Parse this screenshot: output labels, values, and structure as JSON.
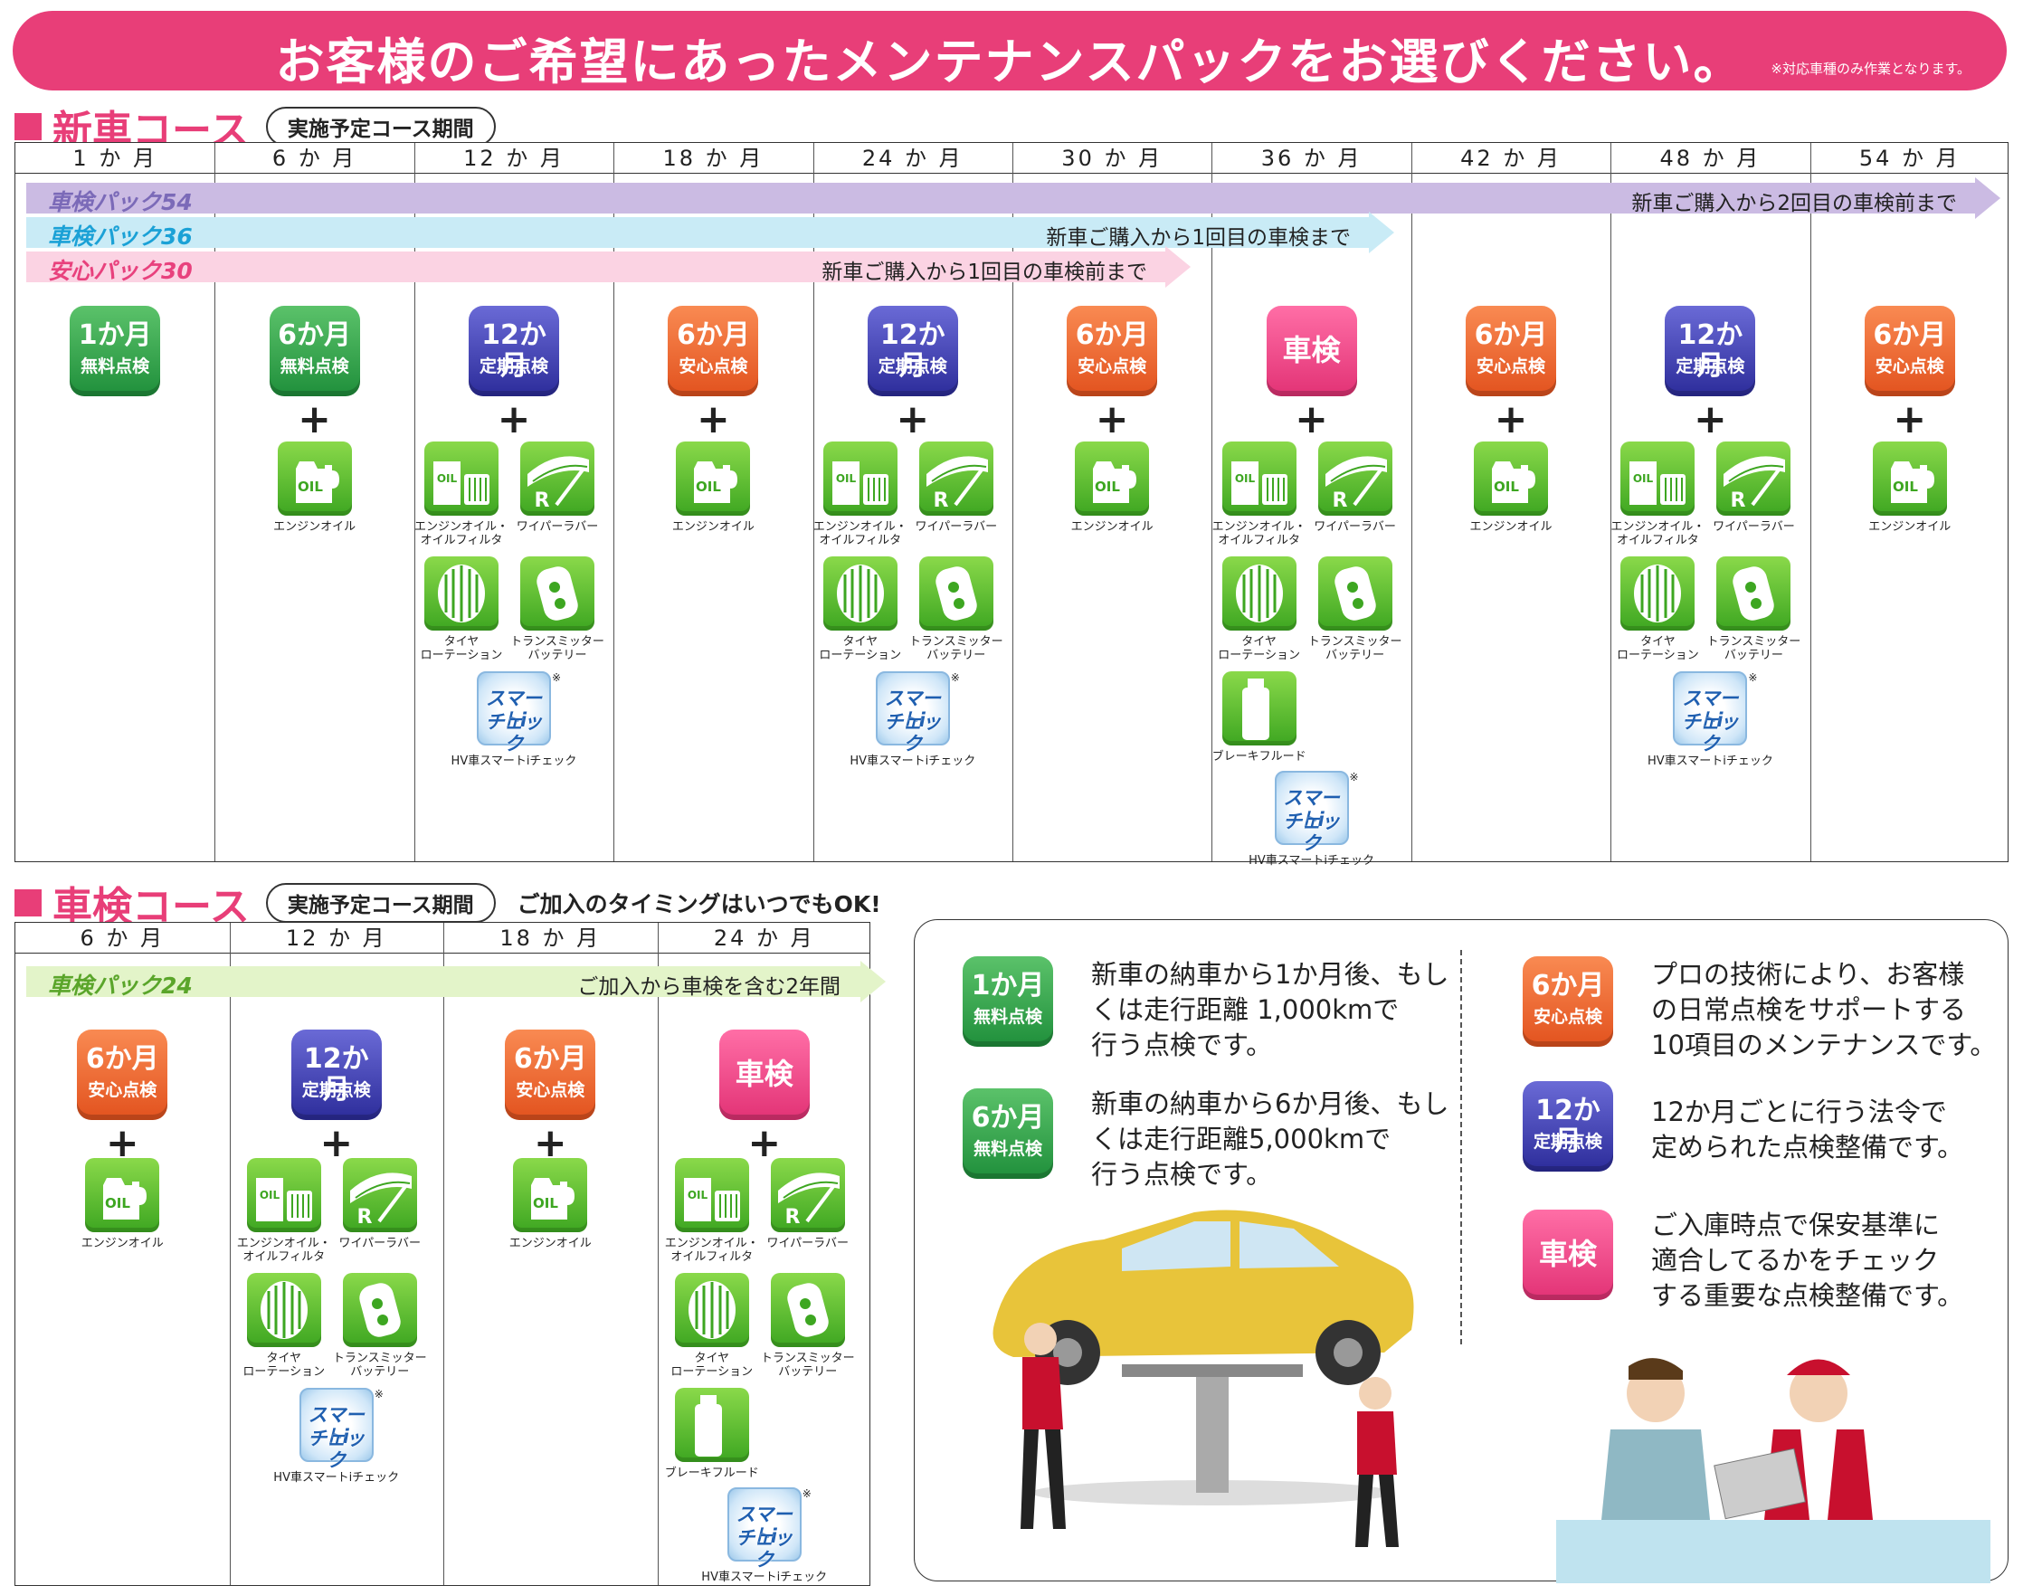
{
  "banner": {
    "title": "お客様のご希望にあったメンテナンスパックをお選びください。",
    "note": "※対応車種のみ作業となります。"
  },
  "new_car": {
    "title": "新車コース",
    "pill": "実施予定コース期間",
    "months": [
      "1 か 月",
      "6 か 月",
      "12 か 月",
      "18 か 月",
      "24 か 月",
      "30 か 月",
      "36 か 月",
      "42 か 月",
      "48 か 月",
      "54 か 月"
    ],
    "arrows": [
      {
        "label": "車検パック54",
        "desc": "新車ご購入から2回目の車検前まで",
        "color": "#cbbbe3",
        "text_color": "#7b6ab8"
      },
      {
        "label": "車検パック36",
        "desc": "新車ご購入から1回目の車検まで",
        "color": "#c9ebf6",
        "text_color": "#1ba1d6"
      },
      {
        "label": "安心パック30",
        "desc": "新車ご購入から1回目の車検前まで",
        "color": "#fbd3e3",
        "text_color": "#e8417d"
      }
    ],
    "badges": [
      {
        "l1": "1か月",
        "l2": "無料点検"
      },
      {
        "l1": "6か月",
        "l2": "無料点検"
      },
      {
        "l1": "12か月",
        "l2": "定期点検"
      },
      {
        "l1": "6か月",
        "l2": "安心点検"
      },
      {
        "l1": "12か月",
        "l2": "定期点検"
      },
      {
        "l1": "6か月",
        "l2": "安心点検"
      },
      {
        "l1": "車検",
        "l2": ""
      },
      {
        "l1": "6か月",
        "l2": "安心点検"
      },
      {
        "l1": "12か月",
        "l2": "定期点検"
      },
      {
        "l1": "6か月",
        "l2": "安心点検"
      }
    ]
  },
  "items": {
    "engine_oil": "エンジンオイル",
    "oil_filter_1": "エンジンオイル・",
    "oil_filter_2": "オイルフィルタ",
    "wiper": "ワイパーラバー",
    "tire_1": "タイヤ",
    "tire_2": "ローテーション",
    "transmitter_1": "トランスミッター",
    "transmitter_2": "バッテリー",
    "brake": "ブレーキフルード",
    "smart_1": "スマートi",
    "smart_2": "チェック",
    "smart_cap": "HV車スマートiチェック",
    "asterisk": "※",
    "plus": "+",
    "oil_text": "OIL",
    "r_text": "R"
  },
  "shaken": {
    "title": "車検コース",
    "pill": "実施予定コース期間",
    "extra": "ご加入のタイミングはいつでもOK!",
    "months": [
      "6 か 月",
      "12 か 月",
      "18 か 月",
      "24 か 月"
    ],
    "arrow": {
      "label": "車検パック24",
      "desc": "ご加入から車検を含む2年間",
      "color": "#e3f4c9",
      "text_color": "#5aa52a"
    },
    "badges": [
      {
        "l1": "6か月",
        "l2": "安心点検"
      },
      {
        "l1": "12か月",
        "l2": "定期点検"
      },
      {
        "l1": "6か月",
        "l2": "安心点検"
      },
      {
        "l1": "車検",
        "l2": ""
      }
    ]
  },
  "legend": {
    "b1": {
      "l1": "1か月",
      "l2": "無料点検",
      "lines": [
        "新車の納車から1か月後、もし",
        "くは走行距離 1,000kmで",
        "行う点検です。"
      ]
    },
    "b2": {
      "l1": "6か月",
      "l2": "無料点検",
      "lines": [
        "新車の納車から6か月後、もし",
        "くは走行距離5,000kmで",
        "行う点検です。"
      ]
    },
    "b3": {
      "l1": "6か月",
      "l2": "安心点検",
      "lines": [
        "プロの技術により、お客様",
        "の日常点検をサポートする",
        "10項目のメンテナンスです。"
      ]
    },
    "b4": {
      "l1": "12か月",
      "l2": "定期点検",
      "lines": [
        "12か月ごとに行う法令で",
        "定められた点検整備です。"
      ]
    },
    "b5": {
      "l1": "車検",
      "lines": [
        "ご入庫時点で保安基準に",
        "適合してるかをチェック",
        "する重要な点検整備です。"
      ]
    }
  }
}
